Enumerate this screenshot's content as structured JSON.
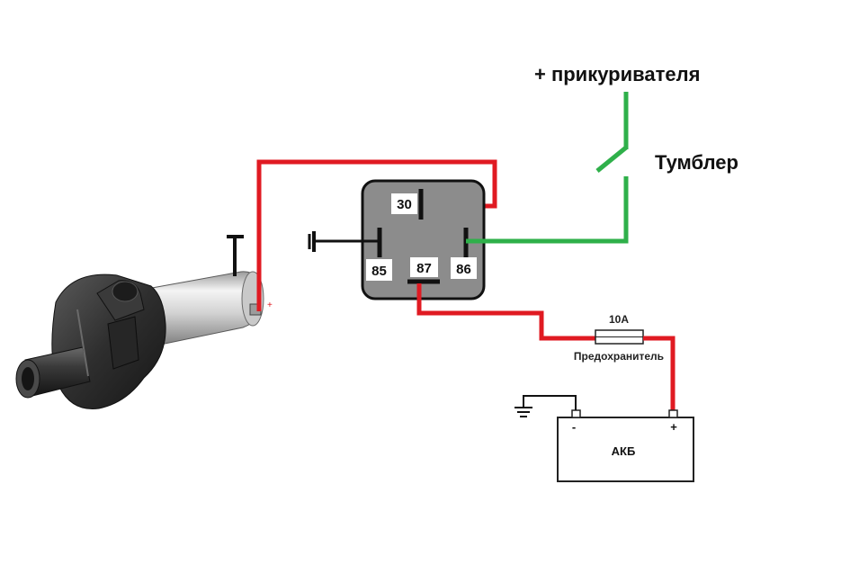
{
  "labels": {
    "cigarette_plus": "+ прикуривателя",
    "toggle": "Тумблер",
    "fuse_rating": "10А",
    "fuse": "Предохранитель",
    "battery": "АКБ",
    "battery_minus": "-",
    "battery_plus": "+",
    "pump_plus": "+"
  },
  "relay_pins": {
    "pin30": "30",
    "pin85": "85",
    "pin87": "87",
    "pin86": "86"
  },
  "colors": {
    "positive_wire": "#e01a22",
    "control_wire": "#2fb04a",
    "ground_wire": "#111111",
    "relay_body": "#8c8c8c"
  }
}
